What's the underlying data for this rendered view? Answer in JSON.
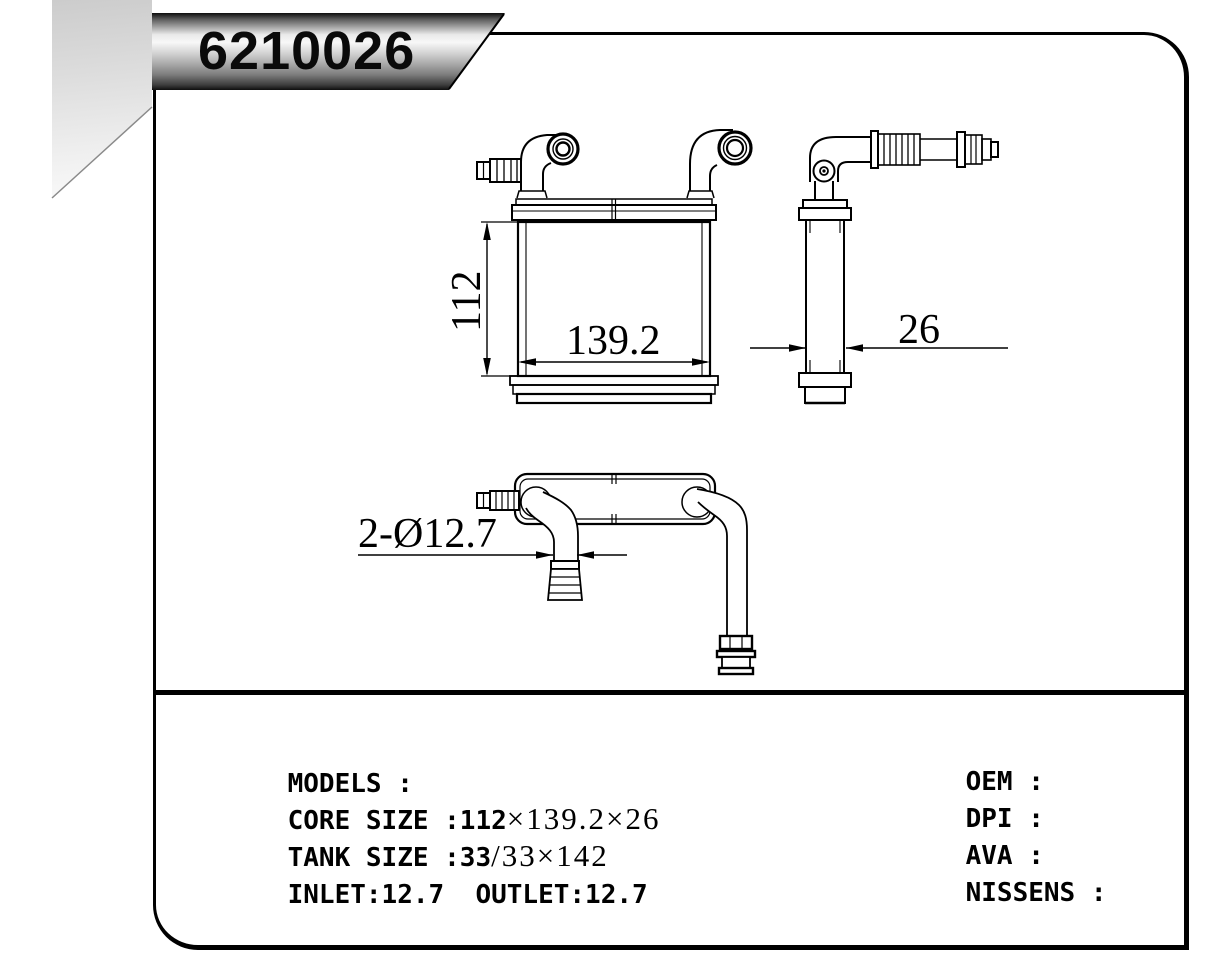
{
  "banner": {
    "part_number": "6210026",
    "colors": {
      "dark": "#0e0e0e",
      "light": "#f8f8f8"
    }
  },
  "corner_fold": {
    "color_start": "#cccccc",
    "color_end": "#fafafa"
  },
  "drawing": {
    "line_color": "#000000",
    "dims": {
      "core_height": "112",
      "core_width": "139.2",
      "core_depth": "26",
      "pipe_diameter": "2-Ø12.7"
    }
  },
  "spec_table": {
    "left": [
      {
        "a": "MODELS :",
        "b": ""
      },
      {
        "a": "CORE SIZE :112",
        "b": "×139.2×26"
      },
      {
        "a": "TANK SIZE :33",
        "b": "/33×142"
      },
      {
        "a": "INLET:12.7  OUTLET:12.7",
        "b": ""
      }
    ],
    "right": [
      {
        "a": "OEM :"
      },
      {
        "a": "DPI :"
      },
      {
        "a": "AVA :"
      },
      {
        "a": "NISSENS :"
      }
    ]
  }
}
